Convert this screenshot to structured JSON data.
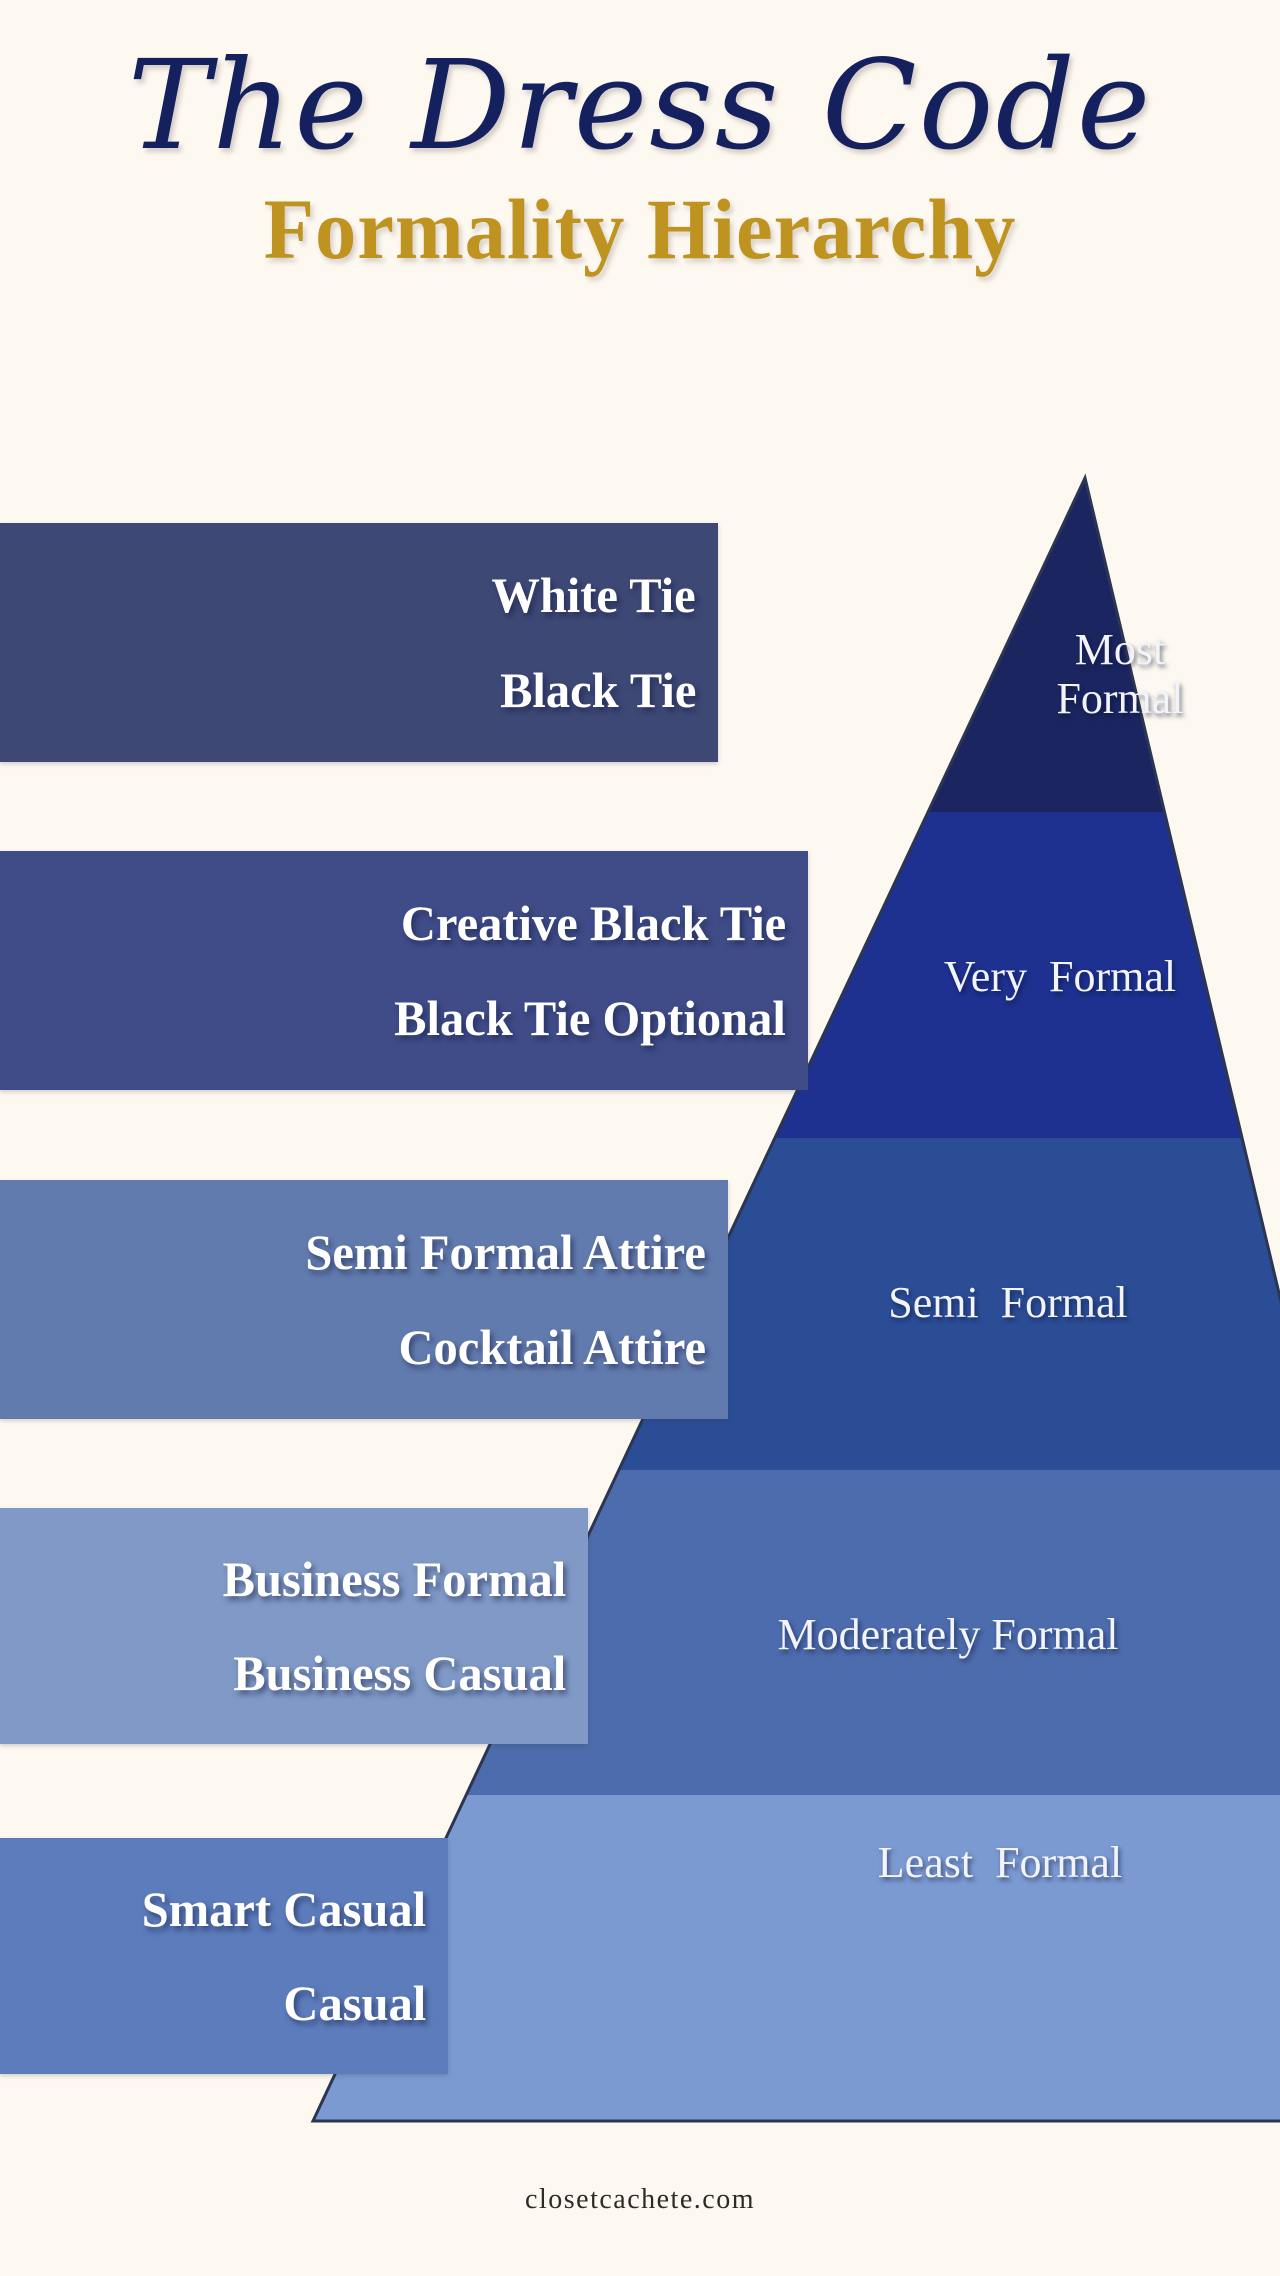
{
  "header": {
    "title": "The Dress Code",
    "subtitle": "Formality Hierarchy",
    "title_color": "#15215E",
    "subtitle_color": "#BE9320",
    "background_color": "#FDF8F0"
  },
  "footer": {
    "website": "closetcachete.com"
  },
  "chart_data": {
    "type": "pyramid",
    "title": "The Dress Code Formality Hierarchy",
    "subtitle": "Formality Hierarchy",
    "orientation": "vertical-descending",
    "note": "Five-level formality pyramid; apex = most formal, base = least formal. Left bars list dress codes for each level.",
    "levels": [
      {
        "rank": 1,
        "formality_label": "Most\nFormal",
        "dress_codes": [
          "White Tie",
          "Black Tie"
        ],
        "pyramid_color": "#1B2560",
        "bar_color": "#3E4875"
      },
      {
        "rank": 2,
        "formality_label": "Very  Formal",
        "dress_codes": [
          "Creative Black Tie",
          "Black Tie Optional"
        ],
        "pyramid_color": "#1E3190",
        "bar_color": "#3F4C88"
      },
      {
        "rank": 3,
        "formality_label": "Semi  Formal",
        "dress_codes": [
          "Semi Formal Attire",
          "Cocktail Attire"
        ],
        "pyramid_color": "#2B4D96",
        "bar_color": "#627BAE"
      },
      {
        "rank": 4,
        "formality_label": "Moderately Formal",
        "dress_codes": [
          "Business Formal",
          "Business Casual"
        ],
        "pyramid_color": "#4C6CAD",
        "bar_color": "#8099C6"
      },
      {
        "rank": 5,
        "formality_label": "Least  Formal",
        "dress_codes": [
          "Smart Casual",
          "Casual"
        ],
        "pyramid_color": "#7B9AD2",
        "bar_color": "#5C7CBB"
      }
    ]
  }
}
